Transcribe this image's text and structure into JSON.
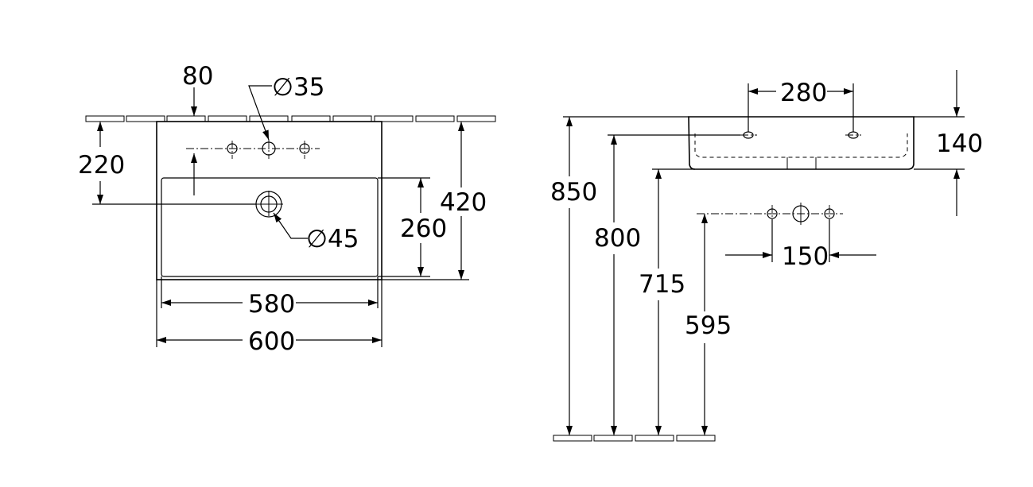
{
  "front_view": {
    "tap_offset": "80",
    "tap_hole_diameter": "∅35",
    "drain_height": "220",
    "drain_diameter": "∅45",
    "bowl_depth": "260",
    "overall_depth": "420",
    "bowl_width": "580",
    "overall_width": "600"
  },
  "side_view": {
    "tap_hole_spacing": "280",
    "basin_height": "140",
    "top_height": "850",
    "tap_height": "800",
    "bottom_height": "715",
    "connection_height": "595",
    "connection_spacing": "150"
  }
}
